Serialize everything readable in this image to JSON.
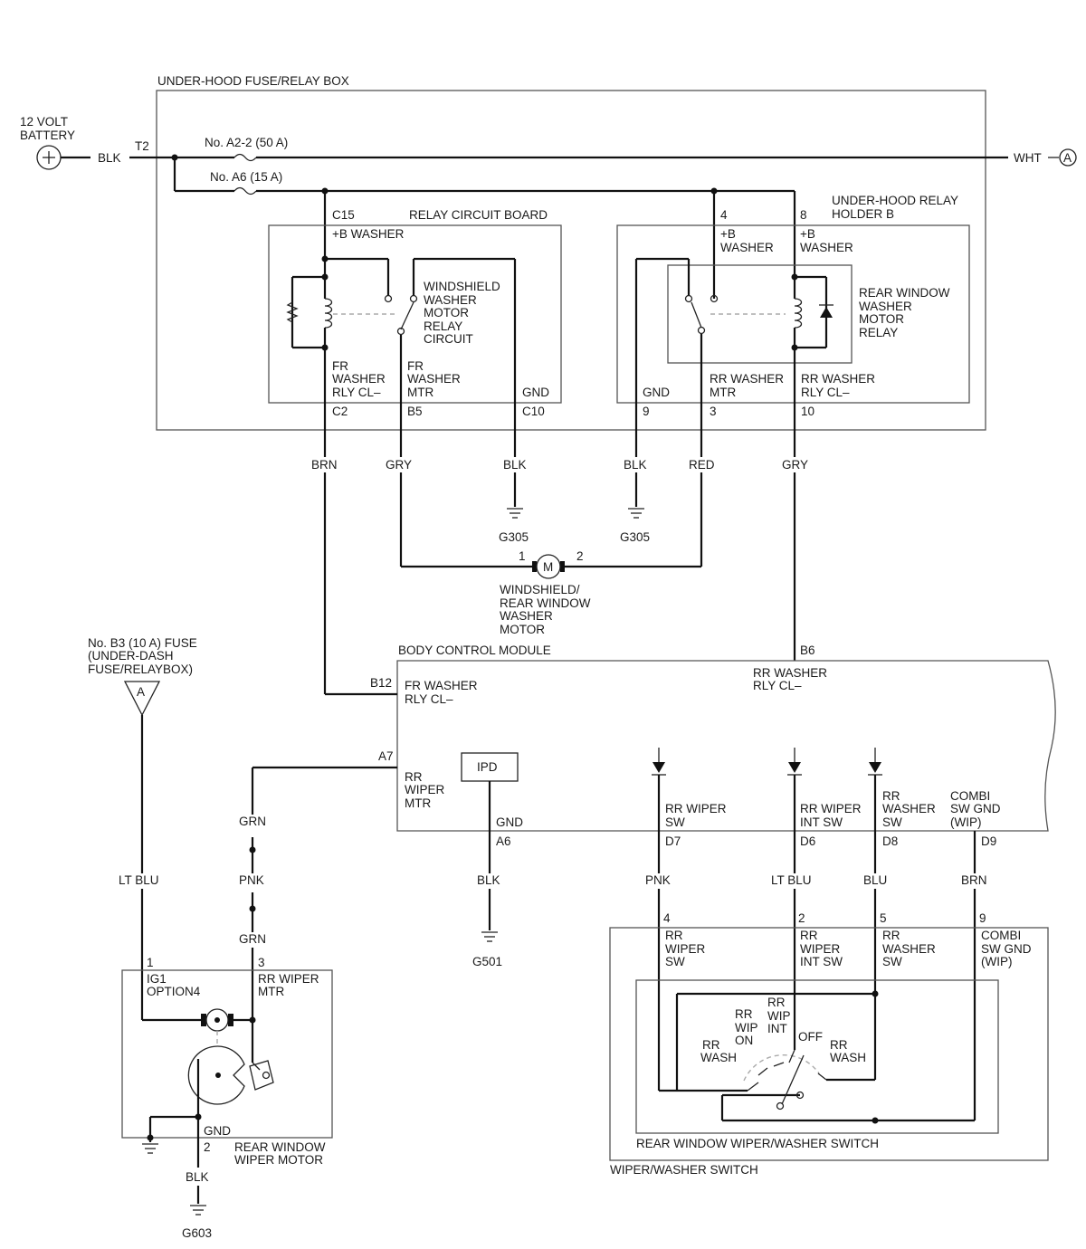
{
  "labels": {
    "fuse_box": "UNDER-HOOD FUSE/RELAY BOX",
    "battery": [
      "12 VOLT",
      "BATTERY"
    ],
    "battery_wire": "BLK",
    "t2": "T2",
    "fuse_a22": "No. A2-2 (50 A)",
    "fuse_a6": "No. A6 (15 A)",
    "wht": "WHT",
    "conn_a": "A",
    "relay_holder": [
      "UNDER-HOOD RELAY",
      "HOLDER B"
    ],
    "relay_board": "RELAY CIRCUIT BOARD",
    "c15": "C15",
    "b_washer": "+B WASHER",
    "ws_relay": [
      "WINDSHIELD",
      "WASHER",
      "MOTOR",
      "RELAY",
      "CIRCUIT"
    ],
    "fr_rly_cl": [
      "FR",
      "WASHER",
      "RLY CL–"
    ],
    "fr_mtr": [
      "FR",
      "WASHER",
      "MTR"
    ],
    "gnd": "GND",
    "c2": "C2",
    "b5": "B5",
    "c10": "C10",
    "pin4": "4",
    "pin8": "8",
    "b_washer_4": [
      "+B",
      "WASHER"
    ],
    "b_washer_8": [
      "+B",
      "WASHER"
    ],
    "rr_relay": [
      "REAR WINDOW",
      "WASHER",
      "MOTOR",
      "RELAY"
    ],
    "gnd9": "GND",
    "rr_mtr": [
      "RR WASHER",
      "MTR"
    ],
    "rr_rly_cl": [
      "RR WASHER",
      "RLY CL–"
    ],
    "pin9": "9",
    "pin3": "3",
    "pin10": "10",
    "brn": "BRN",
    "gry1": "GRY",
    "blk1": "BLK",
    "blk2": "BLK",
    "red": "RED",
    "gry2": "GRY",
    "g305a": "G305",
    "g305b": "G305",
    "m_pin1": "1",
    "m_pin2": "2",
    "m": "M",
    "ww_motor": [
      "WINDSHIELD/",
      "REAR WINDOW",
      "WASHER",
      "MOTOR"
    ],
    "b3_fuse": [
      "No. B3 (10 A) FUSE",
      "(UNDER-DASH",
      "FUSE/RELAYBOX)"
    ],
    "tri_a": "A",
    "bcm": "BODY CONTROL MODULE",
    "b6": "B6",
    "bcm_rr_rly": [
      "RR WASHER",
      "RLY CL–"
    ],
    "b12": "B12",
    "bcm_fr_rly": [
      "FR WASHER",
      "RLY CL–"
    ],
    "a7": "A7",
    "ipd": "IPD",
    "bcm_rr_wiper_mtr": [
      "RR",
      "WIPER",
      "MTR"
    ],
    "bcm_gnd": "GND",
    "bcm_rr_wiper_sw": [
      "RR WIPER",
      "SW"
    ],
    "bcm_rr_int_sw": [
      "RR WIPER",
      "INT SW"
    ],
    "bcm_rr_washer_sw": [
      "RR",
      "WASHER",
      "SW"
    ],
    "bcm_combi": [
      "COMBI",
      "SW GND",
      "(WIP)"
    ],
    "a6": "A6",
    "d7": "D7",
    "d6": "D6",
    "d8": "D8",
    "d9": "D9",
    "grn1": "GRN",
    "pnk1": "PNK",
    "grn2": "GRN",
    "lt_blu1": "LT BLU",
    "blk_a6": "BLK",
    "g501": "G501",
    "pnk2": "PNK",
    "lt_blu2": "LT BLU",
    "blu": "BLU",
    "brn2": "BRN",
    "sw_p4": "4",
    "sw_p2": "2",
    "sw_p5": "5",
    "sw_p9": "9",
    "sw_rr_wiper": [
      "RR",
      "WIPER",
      "SW"
    ],
    "sw_rr_int": [
      "RR",
      "WIPER",
      "INT SW"
    ],
    "sw_rr_washer": [
      "RR",
      "WASHER",
      "SW"
    ],
    "sw_combi": [
      "COMBI",
      "SW GND",
      "(WIP)"
    ],
    "rr_wash_l": [
      "RR",
      "WASH"
    ],
    "rr_wip_on": [
      "RR",
      "WIP",
      "ON"
    ],
    "rr_wip_int": [
      "RR",
      "WIP",
      "INT"
    ],
    "off": "OFF",
    "rr_wash_r": [
      "RR",
      "WASH"
    ],
    "rr_ww_switch": "REAR WINDOW WIPER/WASHER SWITCH",
    "ww_switch": "WIPER/WASHER SWITCH",
    "mp1": "1",
    "mp3": "3",
    "ig1": [
      "IG1",
      "OPTION4"
    ],
    "rr_wiper_mtr": [
      "RR WIPER",
      "MTR"
    ],
    "mgnd": "GND",
    "mp2": "2",
    "rear_motor": [
      "REAR WINDOW",
      "WIPER MOTOR"
    ],
    "blk_g603": "BLK",
    "g603": "G603"
  }
}
